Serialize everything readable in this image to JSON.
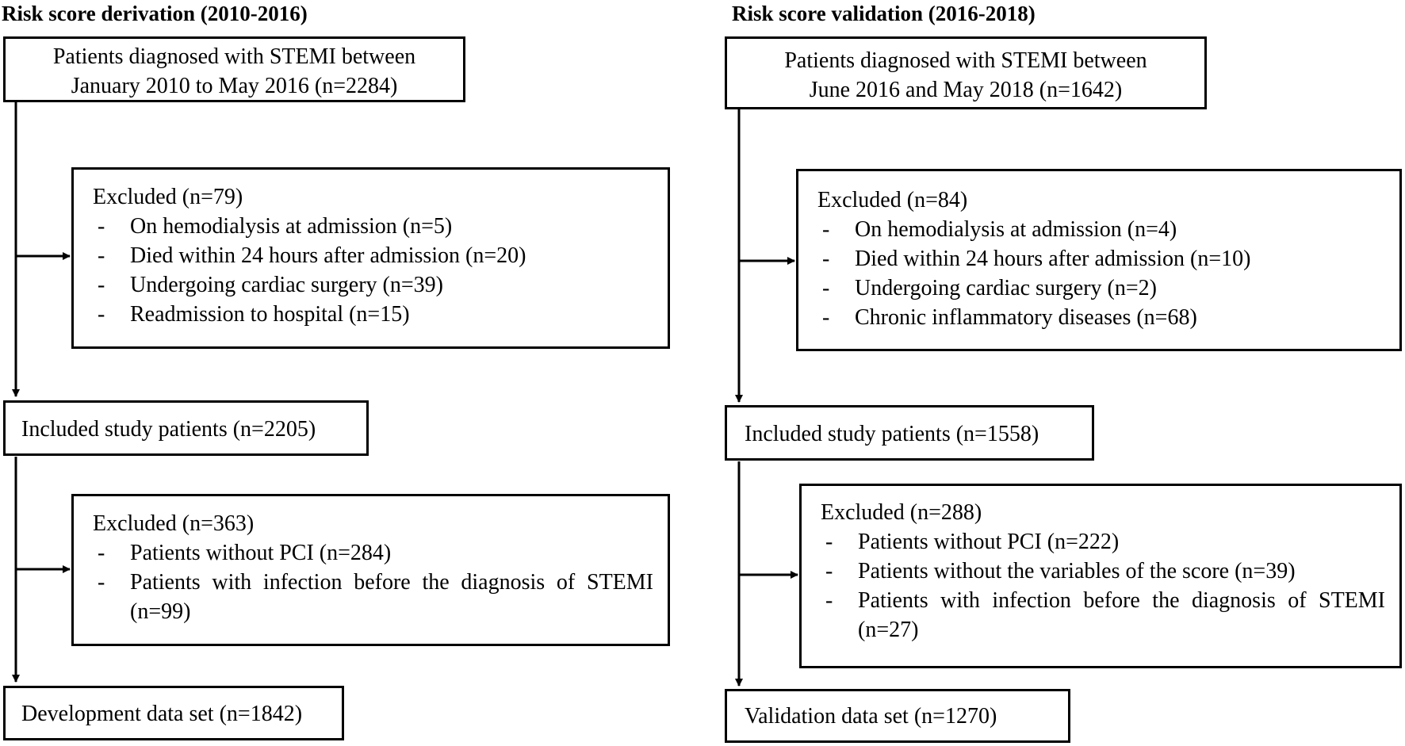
{
  "derivation": {
    "heading": "Risk score derivation (2010-2016)",
    "start_box": {
      "line1": "Patients diagnosed with STEMI between",
      "line2": "January 2010 to May 2016 (n=2284)"
    },
    "exclusion_1": {
      "title": "Excluded (n=79)",
      "items": [
        "On hemodialysis at admission (n=5)",
        "Died within 24 hours after admission (n=20)",
        "Undergoing cardiac surgery (n=39)",
        "Readmission to hospital (n=15)"
      ]
    },
    "included_box": "Included study patients (n=2205)",
    "exclusion_2": {
      "title": "Excluded (n=363)",
      "items": [
        "Patients without PCI (n=284)",
        "Patients with infection before the diagnosis of STEMI (n=99)"
      ]
    },
    "final_box": "Development data set (n=1842)"
  },
  "validation": {
    "heading": "Risk score validation (2016-2018)",
    "start_box": {
      "line1": "Patients diagnosed with STEMI between",
      "line2": "June 2016 and May 2018 (n=1642)"
    },
    "exclusion_1": {
      "title": "Excluded (n=84)",
      "items": [
        "On hemodialysis at admission (n=4)",
        "Died within 24 hours after admission (n=10)",
        "Undergoing cardiac surgery (n=2)",
        "Chronic inflammatory diseases (n=68)"
      ]
    },
    "included_box": "Included study patients (n=1558)",
    "exclusion_2": {
      "title": "Excluded (n=288)",
      "items": [
        "Patients without PCI (n=222)",
        "Patients without the variables of the score (n=39)",
        "Patients with infection before the diagnosis of STEMI (n=27)"
      ]
    },
    "final_box": "Validation data set (n=1270)"
  }
}
